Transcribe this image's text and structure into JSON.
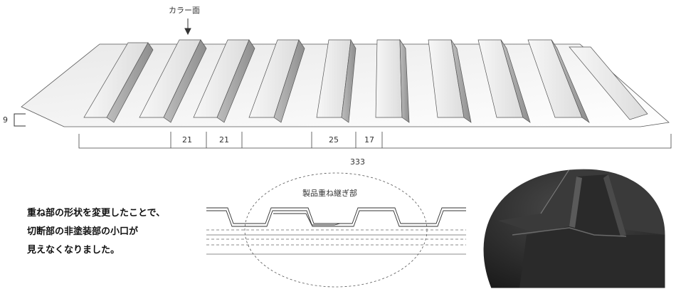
{
  "labels": {
    "color_side": "カラー面",
    "height": "9",
    "width_total": "333",
    "pitch_a": "21",
    "pitch_b": "21",
    "pitch_c": "25",
    "pitch_d": "17",
    "overlap": "製品重ね継ぎ部"
  },
  "description": {
    "line1": "重ね部の形状を変更したことで、",
    "line2": "切断部の非塗装部の小口が",
    "line3": "見えなくなりました。"
  },
  "colors": {
    "sheet_light": "#f2f2f2",
    "sheet_shadow": "#cfcfcf",
    "sheet_dark": "#9a9a9a",
    "photo_dark": "#2b2b2b",
    "line": "#333333"
  }
}
